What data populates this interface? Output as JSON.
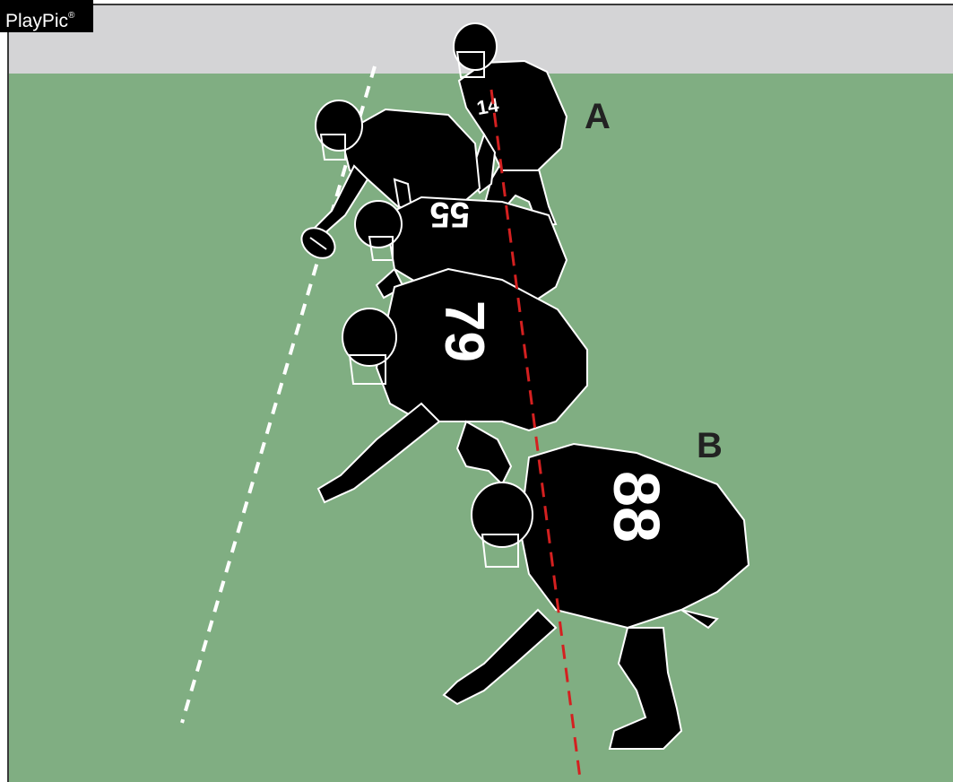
{
  "brand": {
    "name": "PlayPic",
    "mark": "®"
  },
  "labels": {
    "a": "A",
    "b": "B"
  },
  "players": [
    {
      "role": "quarterback",
      "number": "14"
    },
    {
      "role": "center",
      "number": ""
    },
    {
      "role": "guard",
      "number": "55"
    },
    {
      "role": "tackle",
      "number": "79"
    },
    {
      "role": "tight-end",
      "number": "88"
    }
  ],
  "colors": {
    "sky": "#d4d4d6",
    "field": "#80ae82",
    "scrimmage_line": "#ffffff",
    "alignment_line": "#d42020",
    "player": "#000000",
    "jersey_number": "#ffffff"
  },
  "icons": [
    "football-icon",
    "helmet-icon"
  ]
}
